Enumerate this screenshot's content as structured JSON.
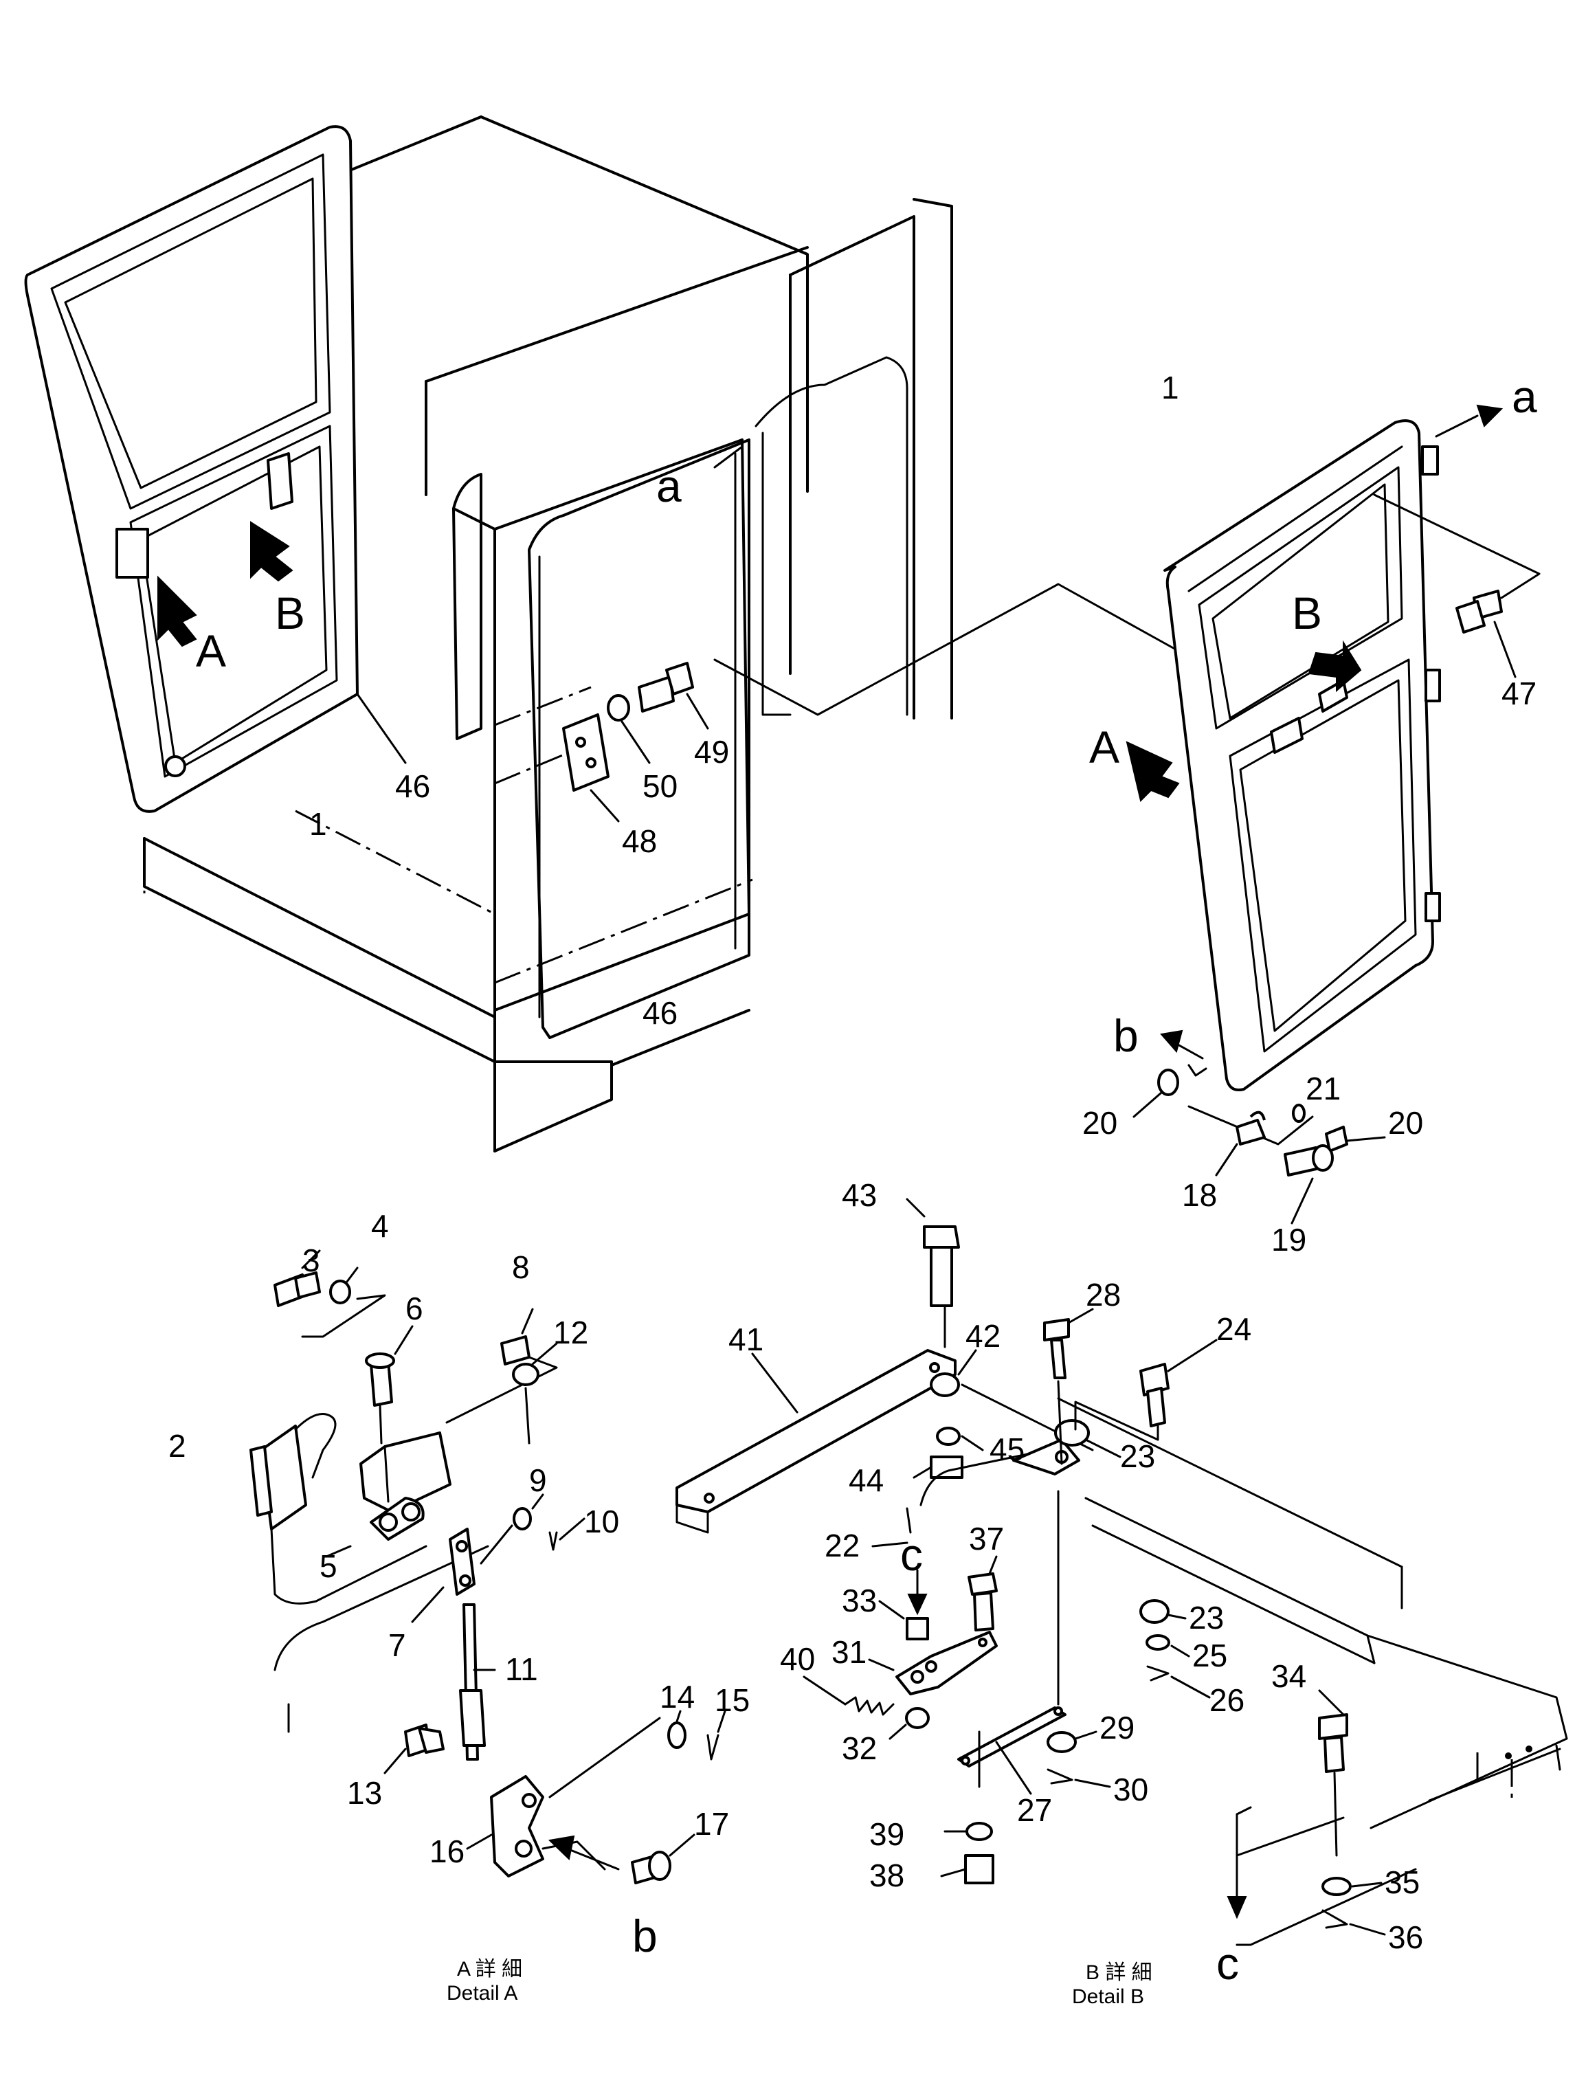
{
  "callouts": {
    "c1a": "1",
    "c1b": "1",
    "c2": "2",
    "c3": "3",
    "c4": "4",
    "c5": "5",
    "c6": "6",
    "c7": "7",
    "c8": "8",
    "c9": "9",
    "c10": "10",
    "c11": "11",
    "c12": "12",
    "c13": "13",
    "c14": "14",
    "c15": "15",
    "c16": "16",
    "c17": "17",
    "c18": "18",
    "c19": "19",
    "c20a": "20",
    "c20b": "20",
    "c21": "21",
    "c22": "22",
    "c23a": "23",
    "c23b": "23",
    "c24": "24",
    "c25": "25",
    "c26": "26",
    "c27": "27",
    "c28": "28",
    "c29": "29",
    "c30": "30",
    "c31": "31",
    "c32": "32",
    "c33": "33",
    "c34": "34",
    "c35": "35",
    "c36": "36",
    "c37": "37",
    "c38": "38",
    "c39": "39",
    "c40": "40",
    "c41": "41",
    "c42": "42",
    "c43": "43",
    "c44": "44",
    "c45": "45",
    "c46a": "46",
    "c46b": "46",
    "c47": "47",
    "c48": "48",
    "c49": "49",
    "c50": "50"
  },
  "view_labels": {
    "A_left": "A",
    "B_left": "B",
    "A_right": "A",
    "B_right": "B",
    "a_left": "a",
    "a_right": "a",
    "b_right": "b",
    "b_detail": "b",
    "c_top": "c",
    "c_bottom": "c"
  },
  "captions": {
    "detail_a_jp": "A 詳 細",
    "detail_a_en": "Detail A",
    "detail_b_jp": "B 詳 細",
    "detail_b_en": "Detail B"
  }
}
